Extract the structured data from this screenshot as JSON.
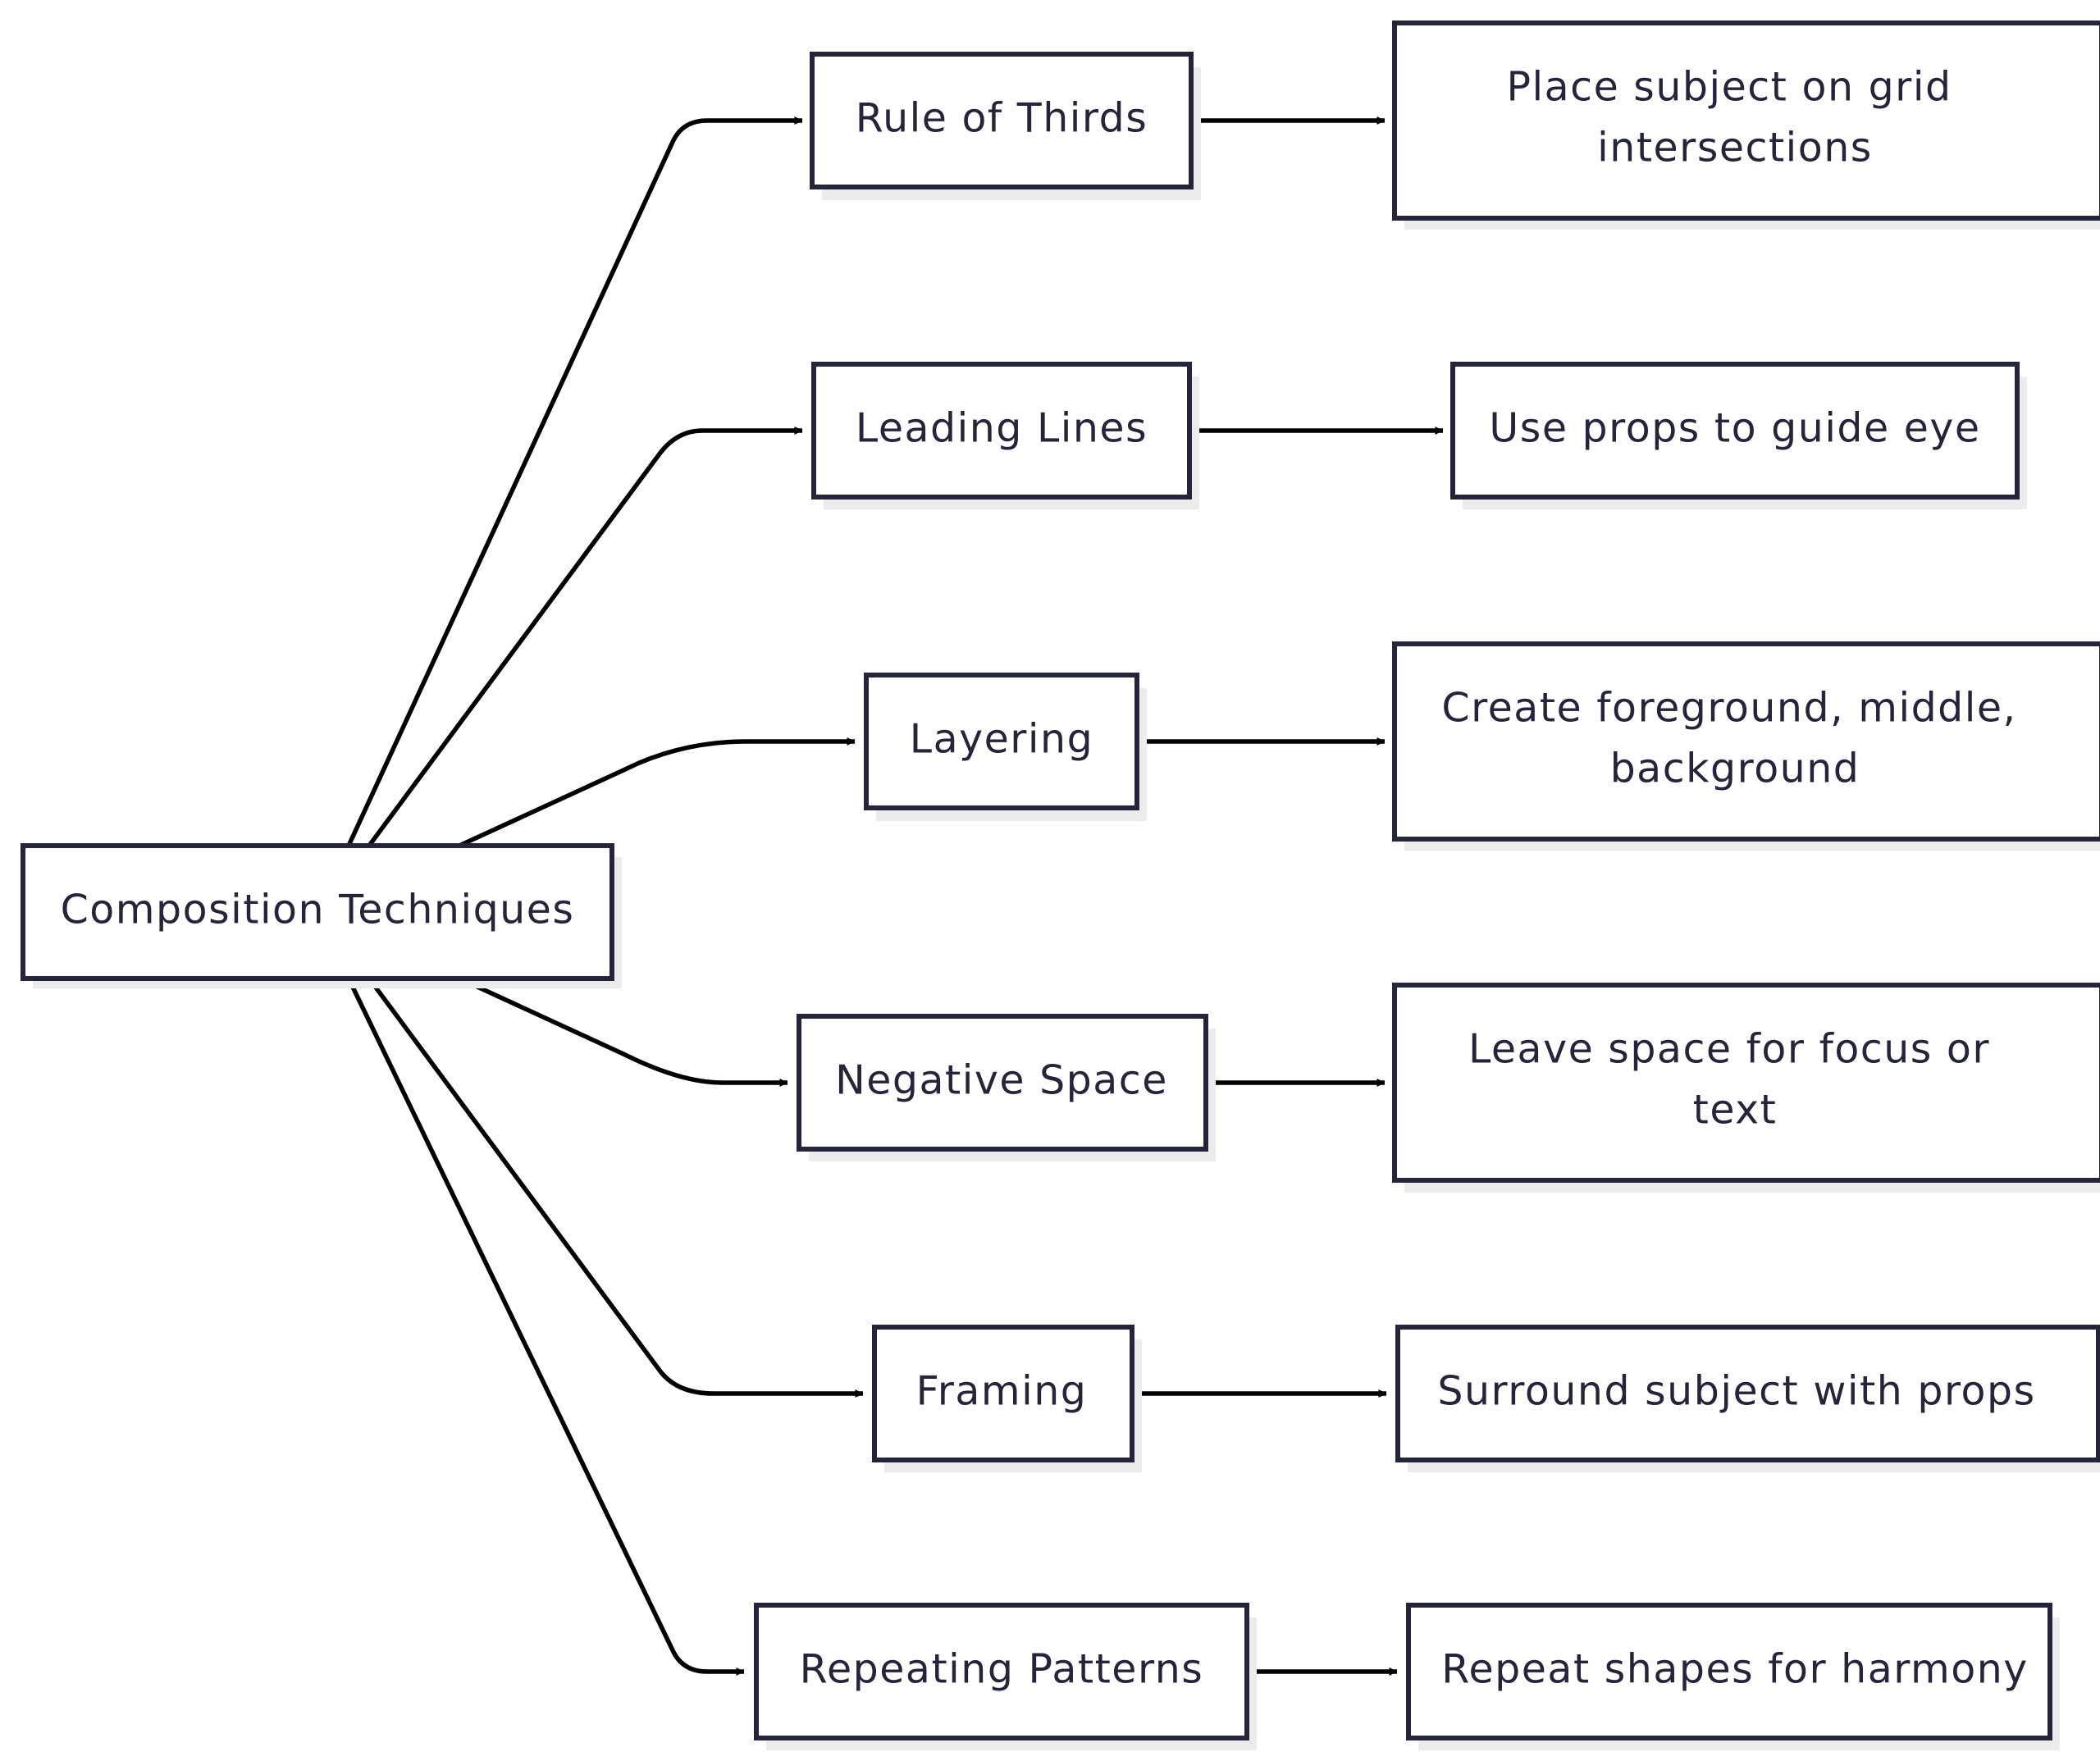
{
  "root": {
    "label": "Composition Techniques"
  },
  "techniques": [
    {
      "label": "Rule of Thirds",
      "tip_lines": [
        "Place subject on grid",
        "intersections"
      ]
    },
    {
      "label": "Leading Lines",
      "tip_lines": [
        "Use props to guide eye"
      ]
    },
    {
      "label": "Layering",
      "tip_lines": [
        "Create foreground, middle,",
        "background"
      ]
    },
    {
      "label": "Negative Space",
      "tip_lines": [
        "Leave space for focus or",
        "text"
      ]
    },
    {
      "label": "Framing",
      "tip_lines": [
        "Surround subject with props"
      ]
    },
    {
      "label": "Repeating Patterns",
      "tip_lines": [
        "Repeat shapes for harmony"
      ]
    }
  ],
  "colors": {
    "node_border": "#24243a",
    "node_fill": "#ffffff",
    "edge": "#000000",
    "shadow": "#ececec",
    "background": "#ffffff"
  }
}
